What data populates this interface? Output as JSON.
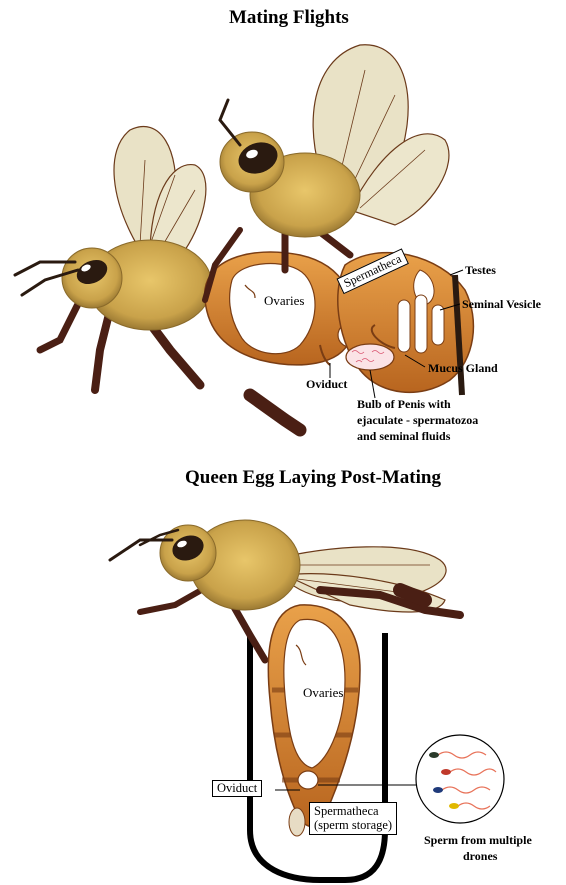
{
  "titles": {
    "top": "Mating Flights",
    "bottom": "Queen Egg Laying Post-Mating"
  },
  "top_labels": {
    "ovaries": "Ovaries",
    "spermatheca": "Spermatheca",
    "testes": "Testes",
    "seminal_vesicle": "Seminal Vesicle",
    "mucus_gland": "Mucus Gland",
    "oviduct": "Oviduct",
    "bulb_line1": "Bulb of Penis with",
    "bulb_line2": "ejaculate - spermatozoa",
    "bulb_line3": "and seminal fluids"
  },
  "bottom_labels": {
    "ovaries": "Ovaries",
    "oviduct": "Oviduct",
    "spermatheca_line1": "Spermatheca",
    "spermatheca_line2": "(sperm storage)",
    "sperm_line1": "Sperm from multiple",
    "sperm_line2": "drones"
  },
  "colors": {
    "fur": "#c9a24a",
    "fur_dark": "#8a6a2a",
    "abdomen": "#d98a2e",
    "abdomen_dark": "#7a3d14",
    "leg": "#4a1f14",
    "wing": "#e9e2c6",
    "wing_vein": "#6b3a1a",
    "eye": "#2a1a10",
    "organ": "#ffffff",
    "sperm": "#e8735a"
  }
}
